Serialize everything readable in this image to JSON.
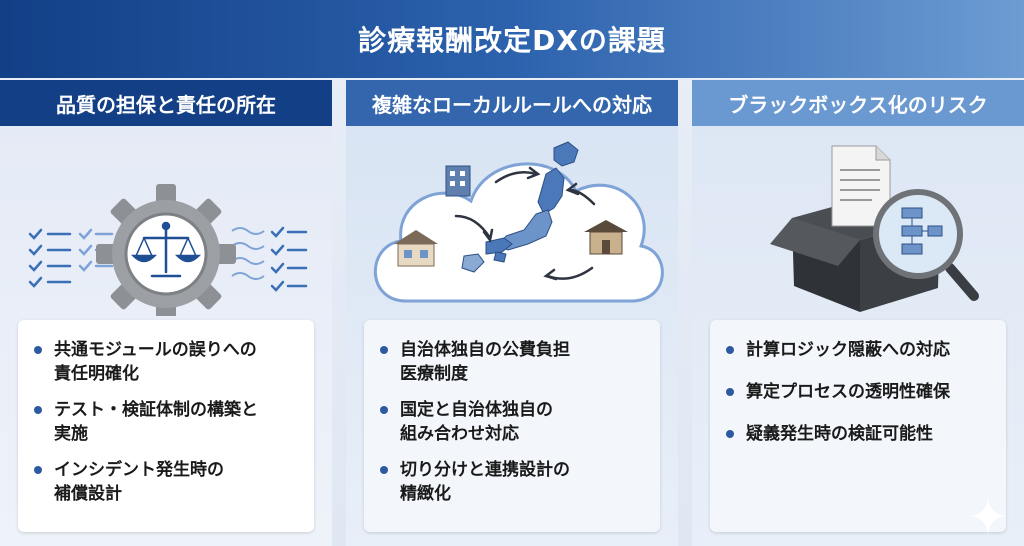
{
  "banner": {
    "title": "診療報酬改定DXの課題"
  },
  "columns": [
    {
      "title": "品質の担保と責任の所在",
      "bullets": [
        "共通モジュールの誤りへの\n責任明確化",
        "テスト・検証体制の構築と\n実施",
        "インシデント発生時の\n補償設計"
      ]
    },
    {
      "title": "複雑なローカルルールへの対応",
      "bullets": [
        "自治体独自の公費負担\n医療制度",
        "国定と自治体独自の\n組み合わせ対応",
        "切り分けと連携設計の\n精緻化"
      ]
    },
    {
      "title": "ブラックボックス化のリスク",
      "bullets": [
        "計算ロジック隠蔽への対応",
        "算定プロセスの透明性確保",
        "疑義発生時の検証可能性"
      ]
    }
  ],
  "colors": {
    "banner_dark": "#123f86",
    "banner_light": "#6d9cd3",
    "bullet_dot": "#2c5aa0"
  },
  "icons": [
    "gear-icon",
    "scales-icon",
    "checklist-icon",
    "japan-map-icon",
    "building-icon",
    "house-icon",
    "temple-icon",
    "box-icon",
    "document-icon",
    "magnifier-icon",
    "flowchart-icon",
    "sparkle-icon"
  ]
}
